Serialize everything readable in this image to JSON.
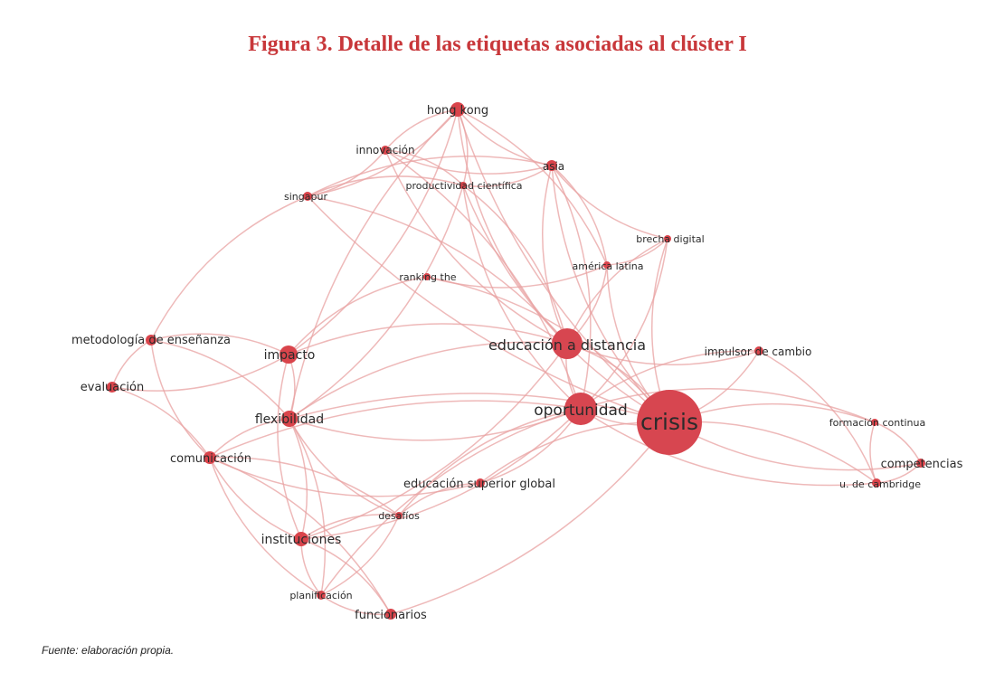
{
  "figure": {
    "title": "Figura 3. Detalle de las etiquetas asociadas al clúster I",
    "source": "Fuente: elaboración propia."
  },
  "colors": {
    "title": "#c8373a",
    "node": "#d9444b",
    "edge": "#e8a2a2"
  },
  "network": {
    "nodes": [
      {
        "id": "hong_kong",
        "label": "hong kong"
      },
      {
        "id": "innovacion",
        "label": "innovación"
      },
      {
        "id": "asia",
        "label": "asia"
      },
      {
        "id": "singapur",
        "label": "singapur"
      },
      {
        "id": "productividad",
        "label": "productividad científica"
      },
      {
        "id": "brecha",
        "label": "brecha digital"
      },
      {
        "id": "america",
        "label": "américa latina"
      },
      {
        "id": "ranking",
        "label": "ranking the"
      },
      {
        "id": "metodologia",
        "label": "metodología de enseñanza"
      },
      {
        "id": "impacto",
        "label": "impacto"
      },
      {
        "id": "educ_distancia",
        "label": "educación a distancia"
      },
      {
        "id": "impulsor",
        "label": "impulsor de cambio"
      },
      {
        "id": "evaluacion",
        "label": "evaluación"
      },
      {
        "id": "flexibilidad",
        "label": "flexibilidad"
      },
      {
        "id": "oportunidad",
        "label": "oportunidad"
      },
      {
        "id": "crisis",
        "label": "crisis"
      },
      {
        "id": "formacion",
        "label": "formación continua"
      },
      {
        "id": "comunicacion",
        "label": "comunicación"
      },
      {
        "id": "educ_superior",
        "label": "educación superior global"
      },
      {
        "id": "competencias",
        "label": "competencias"
      },
      {
        "id": "cambridge",
        "label": "u. de cambridge"
      },
      {
        "id": "desafios",
        "label": "desafíos"
      },
      {
        "id": "instituciones",
        "label": "instituciones"
      },
      {
        "id": "planificacion",
        "label": "planificación"
      },
      {
        "id": "funcionarios",
        "label": "funcionarios"
      }
    ],
    "edges": [
      [
        "hong_kong",
        "innovacion"
      ],
      [
        "hong_kong",
        "singapur"
      ],
      [
        "hong_kong",
        "asia"
      ],
      [
        "hong_kong",
        "productividad"
      ],
      [
        "hong_kong",
        "educ_distancia"
      ],
      [
        "hong_kong",
        "america"
      ],
      [
        "hong_kong",
        "flexibilidad"
      ],
      [
        "hong_kong",
        "impacto"
      ],
      [
        "hong_kong",
        "crisis"
      ],
      [
        "innovacion",
        "singapur"
      ],
      [
        "innovacion",
        "asia"
      ],
      [
        "innovacion",
        "productividad"
      ],
      [
        "innovacion",
        "educ_distancia"
      ],
      [
        "innovacion",
        "oportunidad"
      ],
      [
        "asia",
        "singapur"
      ],
      [
        "asia",
        "productividad"
      ],
      [
        "asia",
        "brecha"
      ],
      [
        "asia",
        "america"
      ],
      [
        "asia",
        "educ_distancia"
      ],
      [
        "asia",
        "oportunidad"
      ],
      [
        "asia",
        "crisis"
      ],
      [
        "singapur",
        "productividad"
      ],
      [
        "singapur",
        "metodologia"
      ],
      [
        "singapur",
        "educ_distancia"
      ],
      [
        "singapur",
        "crisis"
      ],
      [
        "productividad",
        "educ_distancia"
      ],
      [
        "productividad",
        "oportunidad"
      ],
      [
        "productividad",
        "flexibilidad"
      ],
      [
        "productividad",
        "crisis"
      ],
      [
        "brecha",
        "america"
      ],
      [
        "brecha",
        "educ_distancia"
      ],
      [
        "brecha",
        "oportunidad"
      ],
      [
        "brecha",
        "crisis"
      ],
      [
        "america",
        "educ_distancia"
      ],
      [
        "america",
        "crisis"
      ],
      [
        "america",
        "ranking"
      ],
      [
        "ranking",
        "impacto"
      ],
      [
        "ranking",
        "crisis"
      ],
      [
        "metodologia",
        "evaluacion"
      ],
      [
        "metodologia",
        "impacto"
      ],
      [
        "metodologia",
        "comunicacion"
      ],
      [
        "metodologia",
        "flexibilidad"
      ],
      [
        "evaluacion",
        "impacto"
      ],
      [
        "impacto",
        "flexibilidad"
      ],
      [
        "impacto",
        "instituciones"
      ],
      [
        "impacto",
        "educ_distancia"
      ],
      [
        "educ_distancia",
        "oportunidad"
      ],
      [
        "educ_distancia",
        "crisis"
      ],
      [
        "educ_distancia",
        "flexibilidad"
      ],
      [
        "educ_distancia",
        "instituciones"
      ],
      [
        "educ_distancia",
        "impulsor"
      ],
      [
        "impulsor",
        "crisis"
      ],
      [
        "impulsor",
        "oportunidad"
      ],
      [
        "impulsor",
        "cambridge"
      ],
      [
        "oportunidad",
        "crisis"
      ],
      [
        "oportunidad",
        "flexibilidad"
      ],
      [
        "oportunidad",
        "comunicacion"
      ],
      [
        "oportunidad",
        "instituciones"
      ],
      [
        "oportunidad",
        "desafios"
      ],
      [
        "oportunidad",
        "educ_superior"
      ],
      [
        "oportunidad",
        "planificacion"
      ],
      [
        "oportunidad",
        "formacion"
      ],
      [
        "oportunidad",
        "cambridge"
      ],
      [
        "crisis",
        "formacion"
      ],
      [
        "crisis",
        "competencias"
      ],
      [
        "crisis",
        "cambridge"
      ],
      [
        "crisis",
        "educ_superior"
      ],
      [
        "crisis",
        "funcionarios"
      ],
      [
        "crisis",
        "flexibilidad"
      ],
      [
        "formacion",
        "competencias"
      ],
      [
        "formacion",
        "cambridge"
      ],
      [
        "competencias",
        "cambridge"
      ],
      [
        "flexibilidad",
        "comunicacion"
      ],
      [
        "flexibilidad",
        "instituciones"
      ],
      [
        "flexibilidad",
        "desafios"
      ],
      [
        "flexibilidad",
        "planificacion"
      ],
      [
        "comunicacion",
        "instituciones"
      ],
      [
        "comunicacion",
        "desafios"
      ],
      [
        "comunicacion",
        "planificacion"
      ],
      [
        "comunicacion",
        "funcionarios"
      ],
      [
        "comunicacion",
        "educ_superior"
      ],
      [
        "desafios",
        "educ_superior"
      ],
      [
        "desafios",
        "instituciones"
      ],
      [
        "desafios",
        "planificacion"
      ],
      [
        "instituciones",
        "planificacion"
      ],
      [
        "instituciones",
        "funcionarios"
      ],
      [
        "planificacion",
        "funcionarios"
      ],
      [
        "evaluacion",
        "comunicacion"
      ]
    ]
  }
}
